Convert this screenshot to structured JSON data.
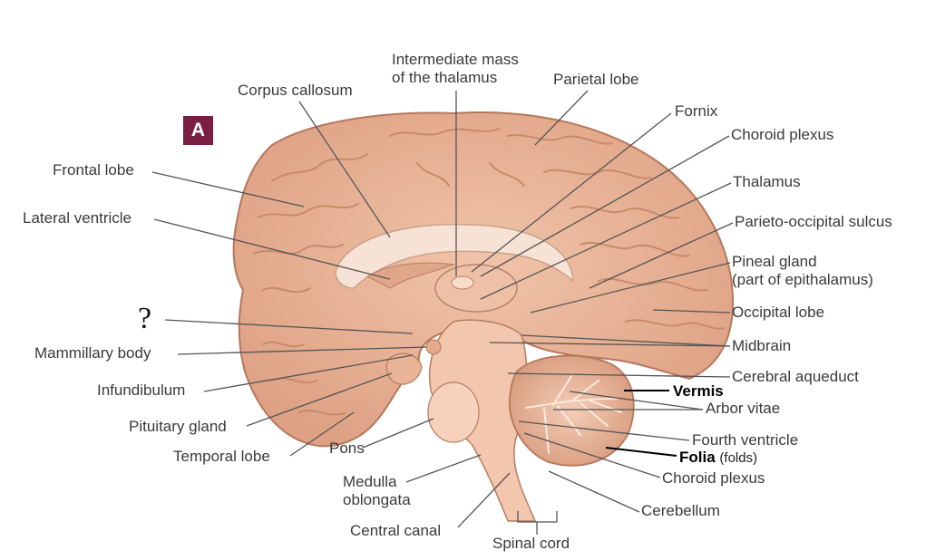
{
  "panel_letter": "A",
  "unknown_marker": "?",
  "labels": {
    "intermediate_mass_1": "Intermediate mass",
    "intermediate_mass_2": "of the thalamus",
    "parietal_lobe": "Parietal lobe",
    "corpus_callosum": "Corpus callosum",
    "fornix": "Fornix",
    "choroid_plexus_upper": "Choroid plexus",
    "frontal_lobe": "Frontal lobe",
    "thalamus": "Thalamus",
    "lateral_ventricle": "Lateral ventricle",
    "parieto_occipital_sulcus": "Parieto-occipital sulcus",
    "pineal_gland_1": "Pineal gland",
    "pineal_gland_2": "(part of epithalamus)",
    "occipital_lobe": "Occipital lobe",
    "mammillary_body": "Mammillary body",
    "midbrain": "Midbrain",
    "cerebral_aqueduct": "Cerebral aqueduct",
    "infundibulum": "Infundibulum",
    "vermis": "Vermis",
    "arbor_vitae": "Arbor vitae",
    "pituitary_gland": "Pituitary gland",
    "fourth_ventricle": "Fourth ventricle",
    "temporal_lobe": "Temporal lobe",
    "pons": "Pons",
    "folia": "Folia",
    "folia_note": "(folds)",
    "choroid_plexus_lower": "Choroid plexus",
    "medulla_1": "Medulla",
    "medulla_2": "oblongata",
    "cerebellum": "Cerebellum",
    "central_canal": "Central canal",
    "spinal_cord": "Spinal cord"
  },
  "colors": {
    "tissue": "#e9b497",
    "tissue_dark": "#c98b6d",
    "stem": "#f2c7ae",
    "leader": "#555555",
    "badge": "#7a1f44"
  }
}
